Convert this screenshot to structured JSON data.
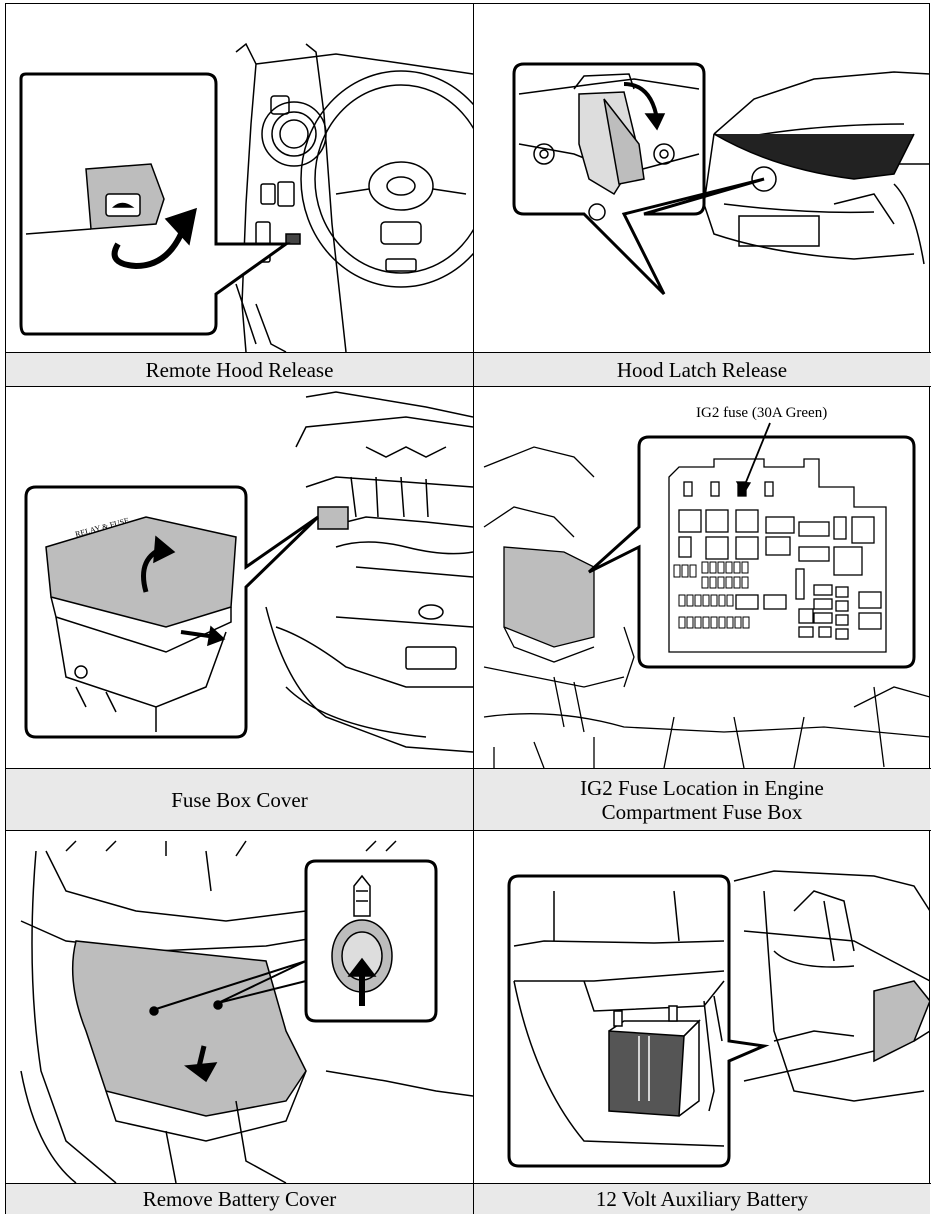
{
  "panels": [
    {
      "caption": "Remote Hood Release",
      "icon": "hood-release-lever"
    },
    {
      "caption": "Hood Latch Release",
      "icon": "hood-latch"
    },
    {
      "caption": "Fuse Box Cover",
      "icon": "fuse-box-cover"
    },
    {
      "caption": "IG2 Fuse Location in Engine\nCompartment Fuse Box",
      "icon": "fuse-box-diagram",
      "callout": "IG2 fuse (30A Green)"
    },
    {
      "caption": "Remove Battery Cover",
      "icon": "battery-cover-clip"
    },
    {
      "caption": "12 Volt Auxiliary Battery",
      "icon": "auxiliary-battery"
    }
  ],
  "colors": {
    "caption_bg": "#e9e9e9",
    "line": "#000000",
    "shade": "#bdbdbd"
  }
}
